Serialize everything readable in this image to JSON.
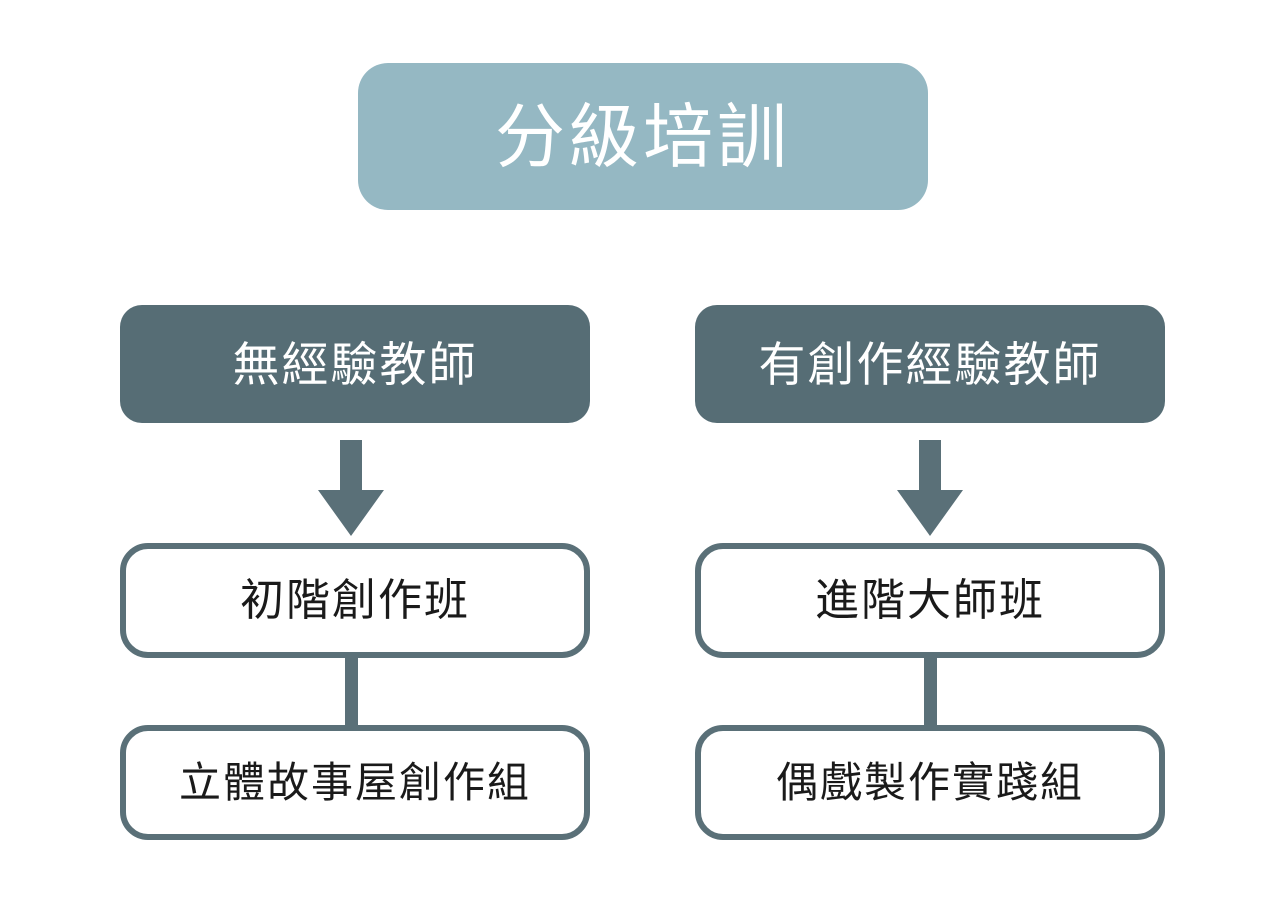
{
  "title": {
    "text": "分級培訓",
    "background": "#95b8c3",
    "text_color": "#ffffff"
  },
  "colors": {
    "header_fill": "#566d75",
    "outline_stroke": "#5a7078",
    "connector": "#5a7078",
    "arrow": "#5a7078",
    "canvas": "#ffffff",
    "body_text": "#1a1a1a"
  },
  "branches": [
    {
      "id": "no-experience",
      "header": "無經驗教師",
      "arrow_icon": "arrow-down-icon",
      "steps": [
        {
          "label": "初階創作班"
        },
        {
          "label": "立體故事屋創作組"
        }
      ]
    },
    {
      "id": "with-experience",
      "header": "有創作經驗教師",
      "arrow_icon": "arrow-down-icon",
      "steps": [
        {
          "label": "進階大師班"
        },
        {
          "label": "偶戲製作實踐組"
        }
      ]
    }
  ]
}
